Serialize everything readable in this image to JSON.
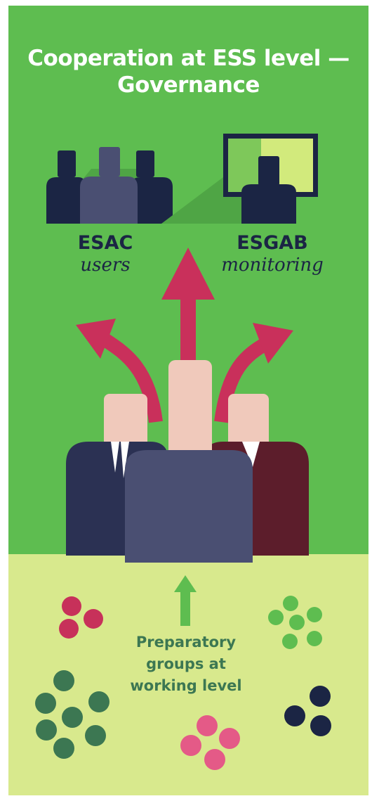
{
  "title": {
    "line1": "Cooperation at ESS level —",
    "line2": "Governance"
  },
  "bodies": {
    "esac": {
      "name": "ESAC",
      "role": "users"
    },
    "esgab": {
      "name": "ESGAB",
      "role": "monitoring"
    }
  },
  "preparatory": {
    "line1": "Preparatory",
    "line2": "groups at",
    "line3": "working level"
  },
  "colors": {
    "background_top": "#5ebd50",
    "background_bottom": "#d8e98d",
    "arrow": "#c9305b",
    "navy": "#1b2544"
  }
}
